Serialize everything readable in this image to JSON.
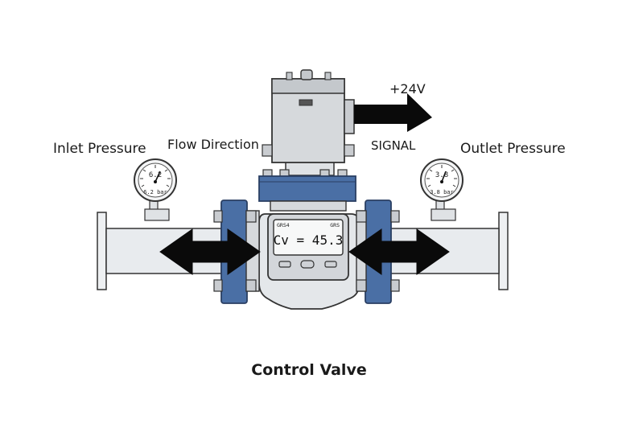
{
  "labels": {
    "inlet_pressure": "Inlet Pressure",
    "flow_direction": "Flow Direction",
    "supply_voltage": "+24V",
    "signal": "SIGNAL",
    "outlet_pressure": "Outlet Pressure",
    "title": "Control Valve"
  },
  "inlet_gauge": {
    "reading": "6.2",
    "unit_reading": "6.2 bar"
  },
  "outlet_gauge": {
    "reading": "3.8",
    "unit_reading": "3.8 bar"
  },
  "display": {
    "header_left": "GRS4",
    "header_right": "GRS",
    "value": "Cv = 45.3"
  },
  "colors": {
    "flange_blue": "#4a6fa5",
    "pipe_fill": "#e8ebee",
    "actuator_fill": "#d6d9dc",
    "arrow_fill": "#0a0a0a",
    "outline": "#333333"
  }
}
